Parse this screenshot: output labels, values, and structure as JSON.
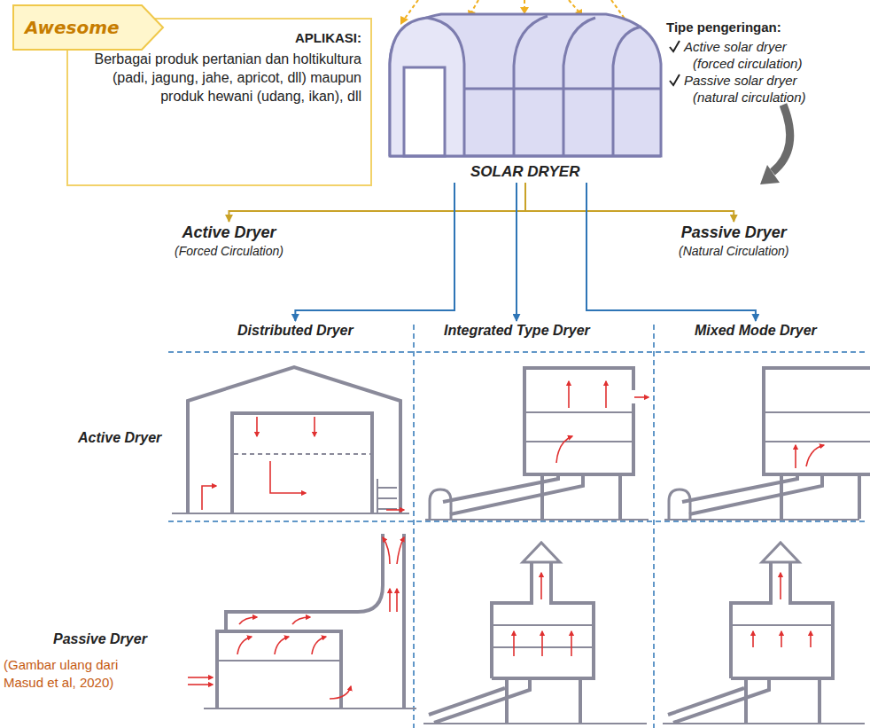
{
  "diagram": {
    "caption": "(Gambar ulang dari Masud et al, 2020)",
    "nodes": [
      {
        "text": [
          "APLIKASI:",
          "Berbagai produk pertanian dan holtikultura (padi, jagung, jahe, apricot, dll) maupun produk hewani (udang, ikan), dll"
        ]
      },
      {
        "text": [
          "Awesome"
        ]
      },
      {
        "text": [
          "SOLAR DRYER"
        ]
      },
      {
        "text": [
          "Active Dryer",
          "(Forced Circulation)"
        ]
      },
      {
        "text": [
          "Passive Dryer",
          "(Natural Circulation)"
        ]
      },
      {
        "text": [
          "Distributed Dryer"
        ]
      },
      {
        "text": [
          "Integrated Type Dryer"
        ]
      },
      {
        "text": [
          "Mixed Mode Dryer"
        ]
      }
    ],
    "edges": [
      {
        "from": 2,
        "to": 3,
        "arrow": "to"
      },
      {
        "from": 2,
        "to": 4,
        "arrow": "to"
      },
      {
        "from": 2,
        "to": 5,
        "arrow": "to"
      },
      {
        "from": 2,
        "to": 6,
        "arrow": "to"
      },
      {
        "from": 2,
        "to": 7,
        "arrow": "to"
      }
    ],
    "labels": [
      "Tipe pengeringan:",
      "Active solar dryer",
      "(forced circulation)",
      "Passive solar dryer",
      "(natural circulation)",
      "Active Dryer",
      "Passive Dryer"
    ]
  }
}
